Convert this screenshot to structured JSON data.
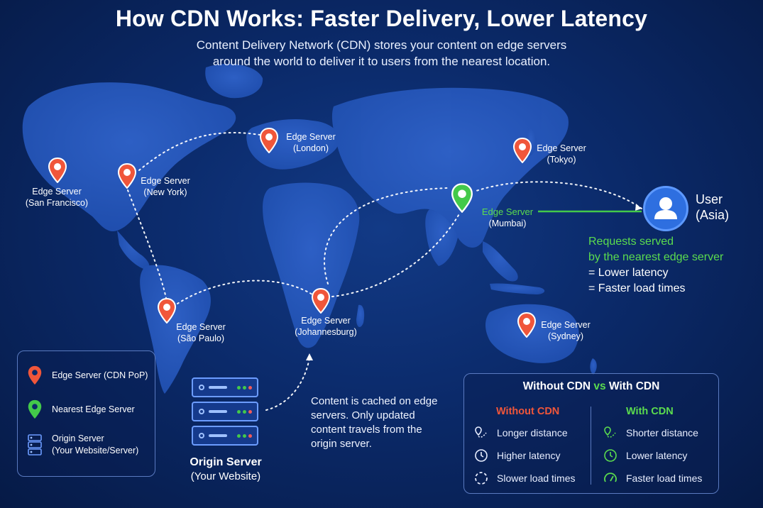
{
  "title": "How CDN Works: Faster Delivery, Lower Latency",
  "subtitle_line1": "Content Delivery Network (CDN) stores your content on edge servers",
  "subtitle_line2": "around the world to deliver it to users from the nearest location.",
  "edge_servers": [
    {
      "id": "sf",
      "name": "Edge Server",
      "city": "(San Francisco)",
      "color": "#f0563a"
    },
    {
      "id": "ny",
      "name": "Edge Server",
      "city": "(New York)",
      "color": "#f0563a"
    },
    {
      "id": "london",
      "name": "Edge Server",
      "city": "(London)",
      "color": "#f0563a"
    },
    {
      "id": "tokyo",
      "name": "Edge Server",
      "city": "(Tokyo)",
      "color": "#f0563a"
    },
    {
      "id": "mumbai",
      "name": "Edge Server",
      "city": "(Mumbai)",
      "color": "#43c94a"
    },
    {
      "id": "saopaulo",
      "name": "Edge Server",
      "city": "(São Paulo)",
      "color": "#f0563a"
    },
    {
      "id": "joburg",
      "name": "Edge Server",
      "city": "(Johannesburg)",
      "color": "#f0563a"
    },
    {
      "id": "sydney",
      "name": "Edge Server",
      "city": "(Sydney)",
      "color": "#f0563a"
    }
  ],
  "user": {
    "name": "User",
    "region": "(Asia)"
  },
  "note": {
    "line1": "Requests served",
    "line2": "by the nearest edge server",
    "line3": "= Lower latency",
    "line4": "= Faster load times"
  },
  "legend": {
    "edge": "Edge Server (CDN PoP)",
    "nearest": "Nearest Edge Server",
    "origin_line1": "Origin Server",
    "origin_line2": "(Your Website/Server)"
  },
  "origin": {
    "title": "Origin Server",
    "subtitle": "(Your Website)"
  },
  "cache_note": "Content is cached on edge servers. Only updated content travels from the origin server.",
  "compare": {
    "title_a": "Without CDN",
    "title_vs": "vs",
    "title_b": "With CDN",
    "without_header": "Without CDN",
    "with_header": "With CDN",
    "without_rows": [
      "Longer distance",
      "Higher latency",
      "Slower load times"
    ],
    "with_rows": [
      "Shorter distance",
      "Lower latency",
      "Faster load times"
    ]
  },
  "colors": {
    "red": "#f0563a",
    "green": "#43c94a",
    "blue": "#2e6fe0",
    "background": "#0b2a6a"
  }
}
